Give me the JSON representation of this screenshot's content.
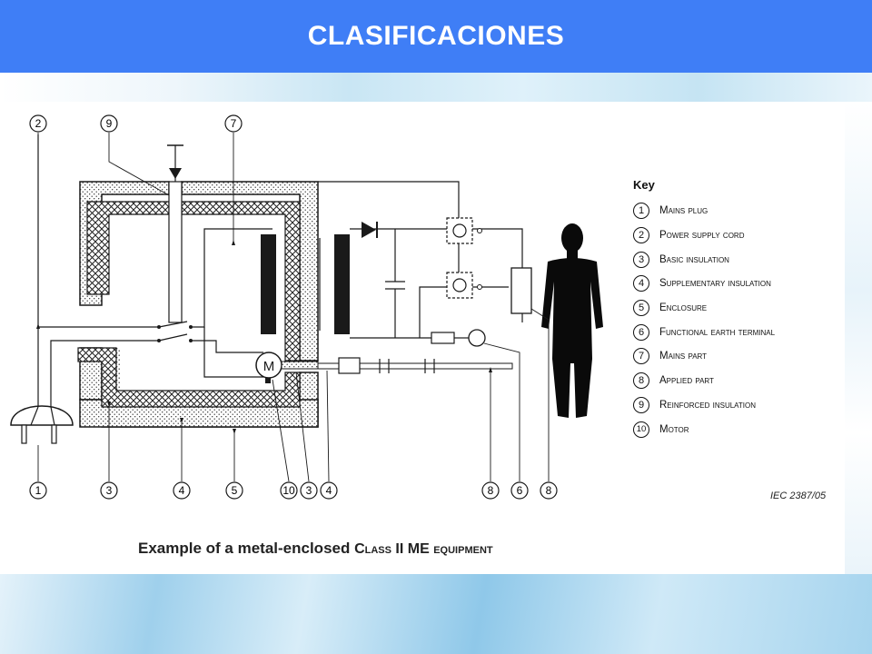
{
  "header": {
    "title": "CLASIFICACIONES"
  },
  "key": {
    "title": "Key",
    "items": [
      {
        "num": "1",
        "label": "Mains plug"
      },
      {
        "num": "2",
        "label": "Power supply cord"
      },
      {
        "num": "3",
        "label": "Basic insulation"
      },
      {
        "num": "4",
        "label": "Supplementary insulation"
      },
      {
        "num": "5",
        "label": "Enclosure"
      },
      {
        "num": "6",
        "label": "Functional earth terminal"
      },
      {
        "num": "7",
        "label": "Mains part"
      },
      {
        "num": "8",
        "label": "Applied part"
      },
      {
        "num": "9",
        "label": "Reinforced insulation"
      },
      {
        "num": "10",
        "label": "Motor"
      }
    ]
  },
  "callouts": {
    "top": [
      "2",
      "9",
      "7"
    ],
    "bottom": [
      "1",
      "3",
      "4",
      "5",
      "10",
      "3",
      "4",
      "8",
      "6",
      "8"
    ]
  },
  "motor_symbol": "M",
  "reference": "IEC  2387/05",
  "caption": {
    "main": "Example of a metal-enclosed ",
    "class": "Class II ME equipment"
  },
  "colors": {
    "header": "#3f7ef6",
    "line": "#1a1a1a"
  }
}
